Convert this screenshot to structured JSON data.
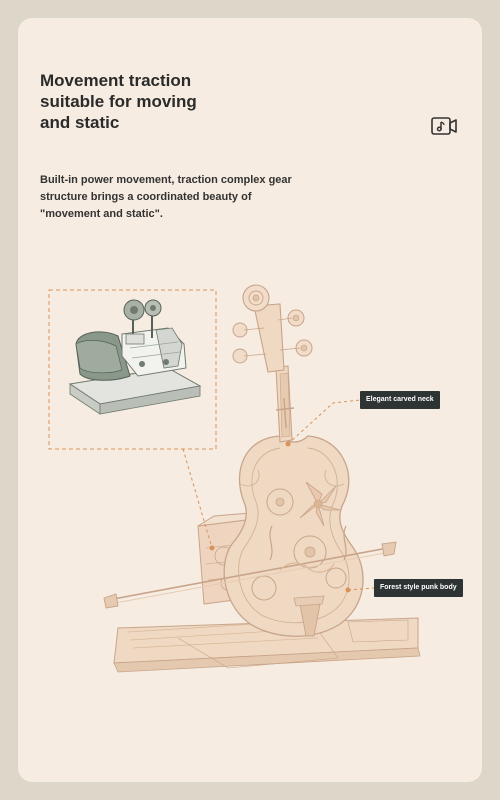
{
  "headline": "Movement traction suitable for moving and static",
  "description": "Built-in power movement, traction complex gear structure brings a coordinated beauty of \"movement and static\".",
  "icons": {
    "video": "video-play-icon"
  },
  "callouts": {
    "neck": "Elegant carved neck",
    "body": "Forest style punk body"
  },
  "colors": {
    "page_bg": "#dcd7c9",
    "card_bg": "#f6ece1",
    "dash": "#d9935a",
    "label_bg": "#2e3333",
    "wood": "#ead3bd",
    "wood_line": "#c9a48a",
    "metal": "#8a988a"
  }
}
